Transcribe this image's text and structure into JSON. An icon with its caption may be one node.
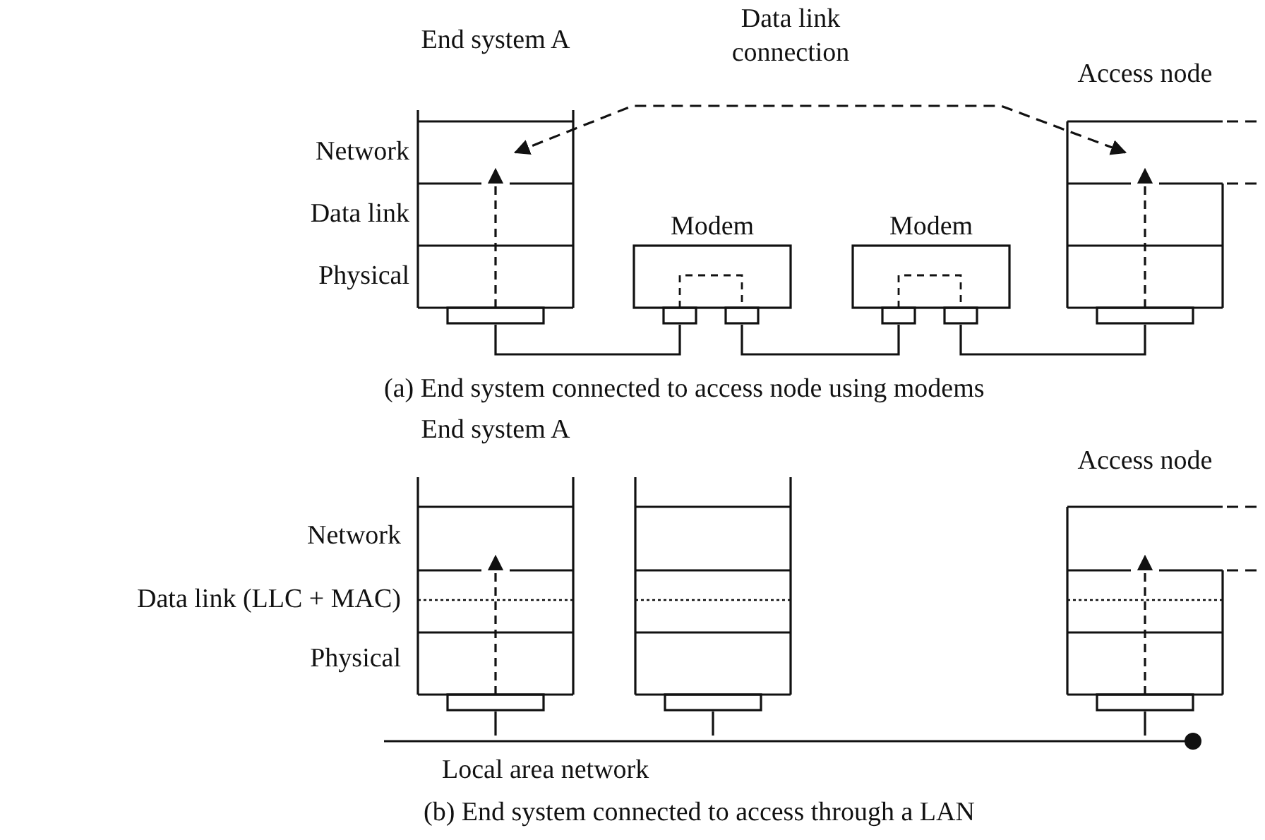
{
  "diagram": {
    "nodes": [
      {
        "text": [
          "End system A"
        ]
      },
      {
        "text": [
          "Modem"
        ]
      },
      {
        "text": [
          "Modem"
        ]
      },
      {
        "text": [
          "Access node"
        ]
      },
      {
        "text": [
          "End system A"
        ]
      },
      {
        "text": [],
        "shape": "box"
      },
      {
        "text": [
          "Access node"
        ]
      },
      {
        "text": [
          "Local area network"
        ]
      }
    ],
    "edges": [
      {
        "from": 0,
        "to": 3,
        "arrow": "both",
        "style": "dashed",
        "label": "Data link connection"
      },
      {
        "from": 0,
        "to": 1,
        "arrow": "none"
      },
      {
        "from": 1,
        "to": 2,
        "arrow": "none"
      },
      {
        "from": 2,
        "to": 3,
        "arrow": "none"
      },
      {
        "from": 3,
        "to": null,
        "arrow": "none",
        "style": "dashed"
      },
      {
        "from": 3,
        "to": null,
        "arrow": "none",
        "style": "dashed"
      },
      {
        "from": 4,
        "to": 7,
        "arrow": "none"
      },
      {
        "from": 5,
        "to": 7,
        "arrow": "none"
      },
      {
        "from": 6,
        "to": 7,
        "arrow": "none"
      },
      {
        "from": 6,
        "to": null,
        "arrow": "none",
        "style": "dashed"
      },
      {
        "from": 6,
        "to": null,
        "arrow": "none",
        "style": "dashed"
      }
    ],
    "labels": [
      "Network",
      "Data link",
      "Physical",
      "(a) End system connected to access node using modems",
      "Network",
      "Data link (LLC + MAC)",
      "Physical",
      "(b) End system connected to access through a LAN"
    ]
  }
}
